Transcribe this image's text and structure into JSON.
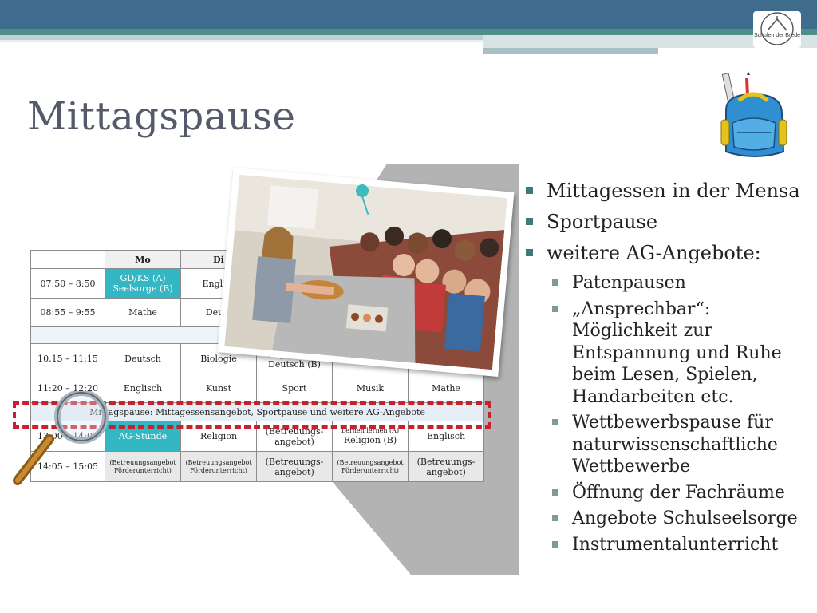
{
  "header": {
    "logo_text": "Schulen der Brede"
  },
  "slide": {
    "title": "Mittagspause"
  },
  "timetable": {
    "headers": [
      "",
      "Mo",
      "Di"
    ],
    "rows": {
      "r1": {
        "time": "07:50 – 8:50",
        "mo": "GD/KS (A) Seelsorge (B)",
        "di": "Englisc"
      },
      "r2": {
        "time": "08:55 – 9:55",
        "mo": "Mathe",
        "di": "Deuts"
      },
      "r3": {
        "time": "10.15 – 11:15",
        "mo": "Deutsch",
        "di": "Biologie",
        "mi": "Englisch (A) Deutsch (B)"
      },
      "r4": {
        "time": "11:20 – 12:20",
        "mo": "Englisch",
        "di": "Kunst",
        "mi": "Sport",
        "do": "Musik",
        "fr": "Mathe"
      },
      "pause": "Mittagspause: Mittagessensangebot, Sportpause und weitere AG-Angebote",
      "r5": {
        "time": "13:00 – 14:00",
        "mo": "AG-Stunde",
        "di": "Religion",
        "mi": "(Betreuungs-angebot)",
        "do_small": "Lernen lernen (A)",
        "do": "Religion (B)",
        "fr": "Englisch"
      },
      "r6": {
        "time": "14:05 – 15:05",
        "mo": "(Betreuungsangebot Förderunterricht)",
        "di": "(Betreuungsangebot Förderunterricht)",
        "mi": "(Betreuungs-angebot)",
        "do": "(Betreuungsangebot Förderunterricht)",
        "fr": "(Betreuungs-angebot)"
      }
    }
  },
  "bullets": {
    "items": [
      "Mittagessen in der Mensa",
      "Sportpause",
      "weitere AG-Angebote:"
    ],
    "subitems": [
      "Patenpausen",
      "„Ansprechbar“: Möglichkeit zur Entspannung und Ruhe beim Lesen, Spielen, Handarbeiten etc.",
      "Wettbewerbspause für naturwissenschaftliche Wettbewerbe",
      "Öffnung der Fachräume",
      "Angebote Schulseelsorge",
      "Instrumentalunterricht"
    ]
  },
  "colors": {
    "header_blue": "#3f6b8c",
    "teal": "#4f8f8a",
    "ag_cell": "#33b7c3",
    "dashed_highlight": "#c8212d",
    "title_color": "#555a6b"
  },
  "icons": [
    "logo-icon",
    "backpack-icon",
    "magnifier-icon",
    "pin-icon"
  ]
}
